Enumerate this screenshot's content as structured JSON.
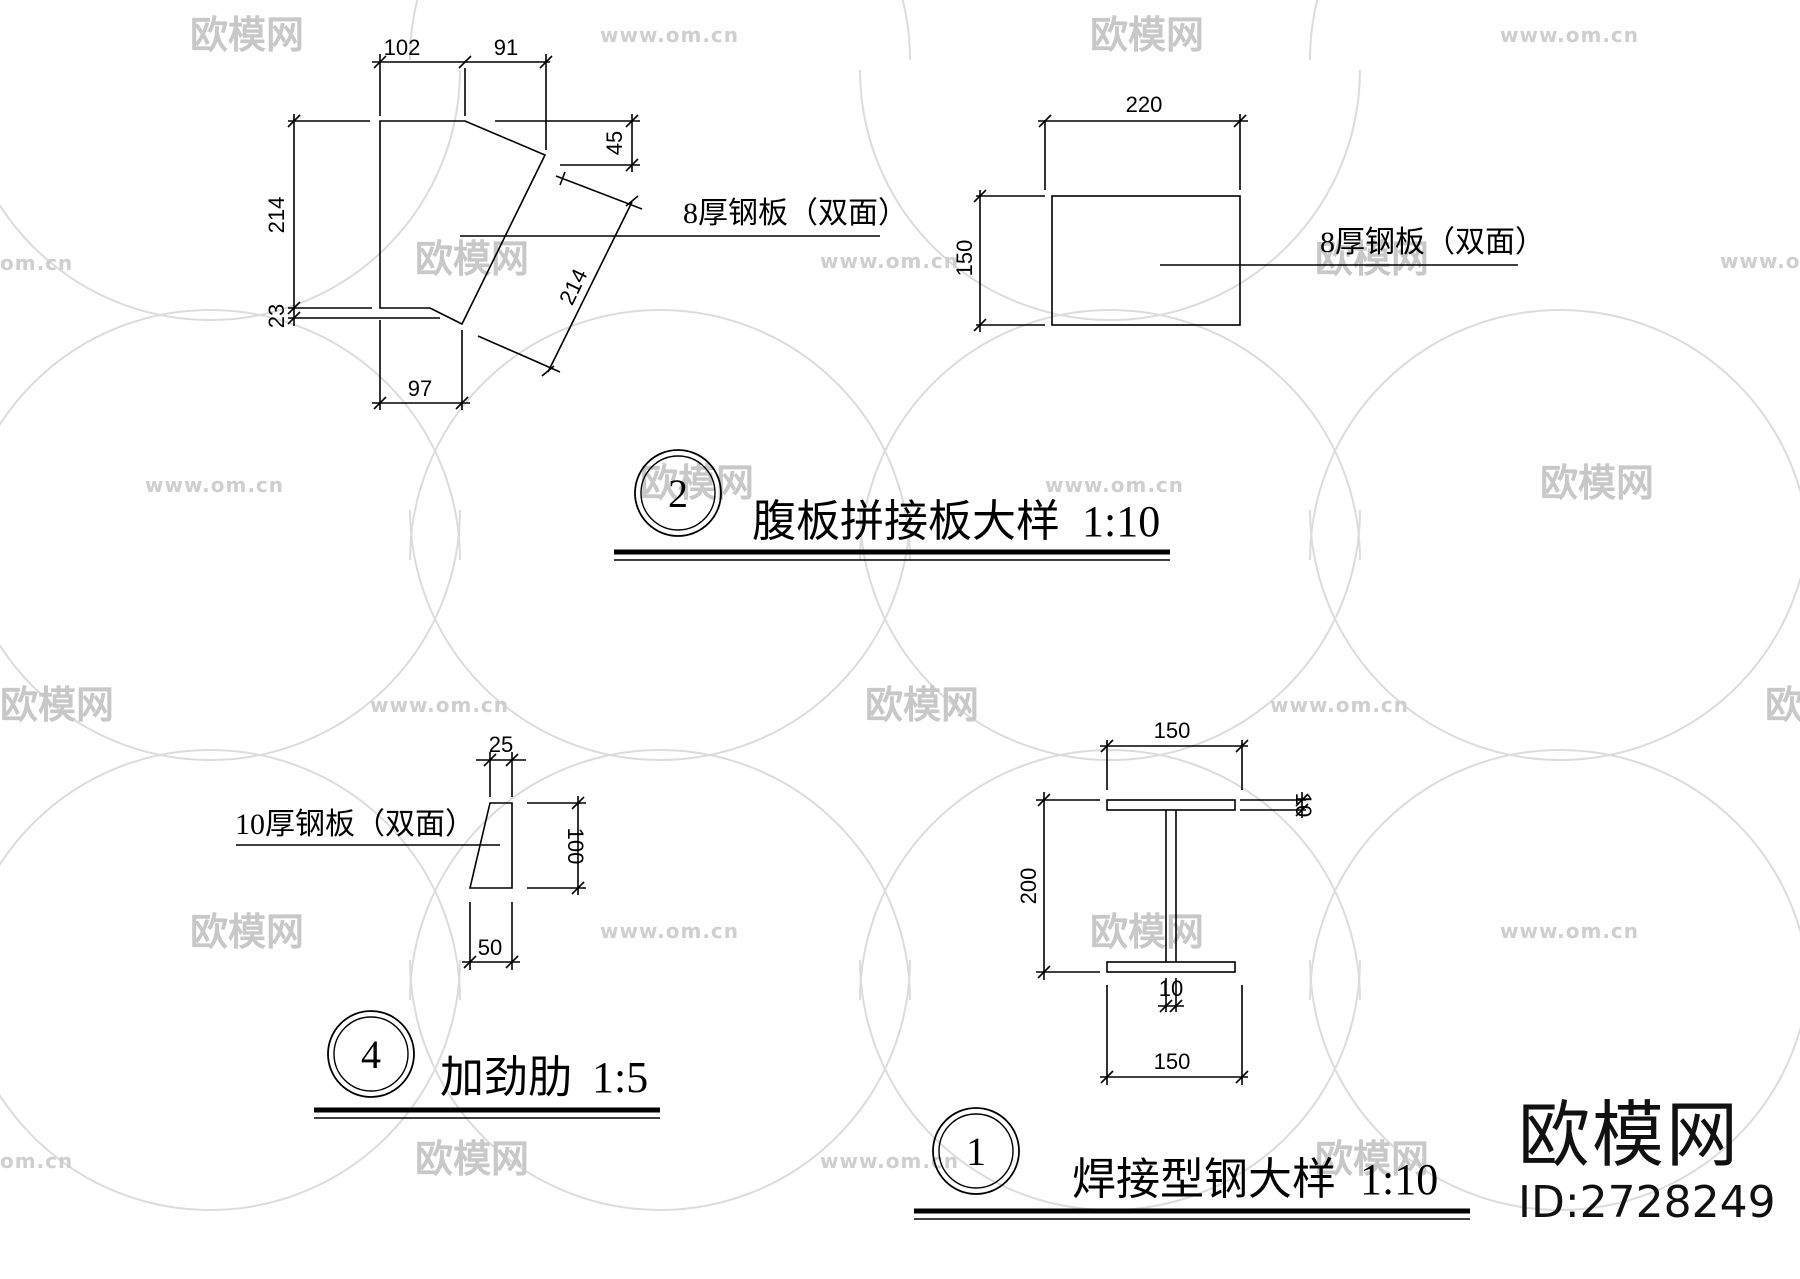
{
  "watermark": {
    "brand": "欧模网",
    "url": "www.om.cn",
    "url_partial": "om.cn"
  },
  "detail_1": {
    "number": "1",
    "title": "焊接型钢大样",
    "scale": "1:10",
    "dims": {
      "top_width": "150",
      "bottom_width": "150",
      "height": "200",
      "flange_thickness": "10",
      "web_thickness": "10"
    }
  },
  "detail_2": {
    "number": "2",
    "title": "腹板拼接板大样",
    "scale": "1:10",
    "left_plate": {
      "note": "8厚钢板（双面）",
      "dims": {
        "top_a": "102",
        "top_b": "91",
        "right_top": "45",
        "height": "214",
        "bottom_offset": "23",
        "bottom_width": "97",
        "slant": "214"
      }
    },
    "right_plate": {
      "note": "8厚钢板（双面）",
      "dims": {
        "width": "220",
        "height": "150"
      }
    }
  },
  "detail_4": {
    "number": "4",
    "title": "加劲肋",
    "scale": "1:5",
    "note": "10厚钢板（双面）",
    "dims": {
      "top": "25",
      "height": "100",
      "bottom": "50"
    }
  },
  "brand_block": {
    "name": "欧模网",
    "id": "ID:2728249"
  }
}
